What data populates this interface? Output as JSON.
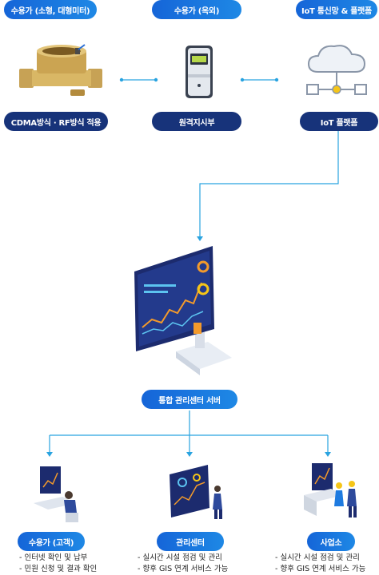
{
  "top_row": [
    {
      "label": "수용가 (소형, 대형미터)",
      "icon": "water-meter-icon",
      "caption": "CDMA방식 · RF방식 적용"
    },
    {
      "label": "수용가 (옥외)",
      "icon": "remote-reader-icon",
      "caption": "원격지시부"
    },
    {
      "label": "IoT 통신망 & 플랫폼",
      "icon": "cloud-network-icon",
      "caption": "IoT 플랫폼"
    }
  ],
  "center": {
    "label": "통합 관리센터 서버",
    "icon": "dashboard-monitor-icon"
  },
  "bottom_row": [
    {
      "label": "수용가 (고객)",
      "icon": "customer-laptop-icon",
      "items": [
        "- 인터넷 확인 및 납부",
        "- 민원 신청 및 결과 확인"
      ]
    },
    {
      "label": "관리센터",
      "icon": "management-monitor-icon",
      "items": [
        "- 실시간 시설 점검 및 관리",
        "- 향후 GIS 연계 서비스 가능"
      ]
    },
    {
      "label": "사업소",
      "icon": "office-workers-icon",
      "items": [
        "- 실시간 시설 점검 및 관리",
        "- 향후 GIS 연계 서비스 가능"
      ]
    }
  ],
  "colors": {
    "primary_blue": "#1e7be0",
    "navy": "#17337a",
    "connector": "#29a3e0"
  }
}
